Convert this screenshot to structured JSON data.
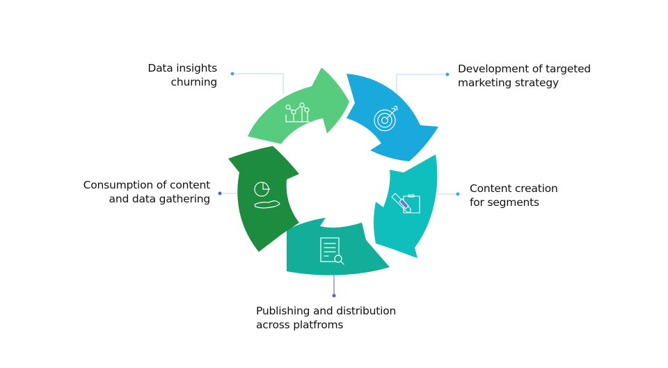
{
  "title": "Data-driven content marketing cycle",
  "colors": {
    "step1": "#57cc7e",
    "step2": "#1aa9dd",
    "step3": "#0ebfbe",
    "step4": "#12ae9a",
    "step5": "#1d8c3f",
    "connector": "#b7dbe6",
    "dot": "#4fa3d1",
    "dot_alt": "#5a5fb8",
    "icon_accent": "#5b6ad0"
  },
  "steps": [
    {
      "id": "data-insights",
      "icon": "line-bar-chart-icon",
      "lines": [
        "Data insights",
        "churning"
      ]
    },
    {
      "id": "targeted-strategy",
      "icon": "target-arrow-icon",
      "lines": [
        "Development of targeted",
        "marketing strategy"
      ]
    },
    {
      "id": "content-creation",
      "icon": "pen-clipboard-icon",
      "lines": [
        "Content creation",
        "for segments"
      ]
    },
    {
      "id": "publishing",
      "icon": "document-search-icon",
      "lines": [
        "Publishing and distribution",
        "across platfroms"
      ]
    },
    {
      "id": "consumption",
      "icon": "hand-pie-chart-icon",
      "lines": [
        "Consumption of content",
        "and data gathering"
      ]
    }
  ]
}
